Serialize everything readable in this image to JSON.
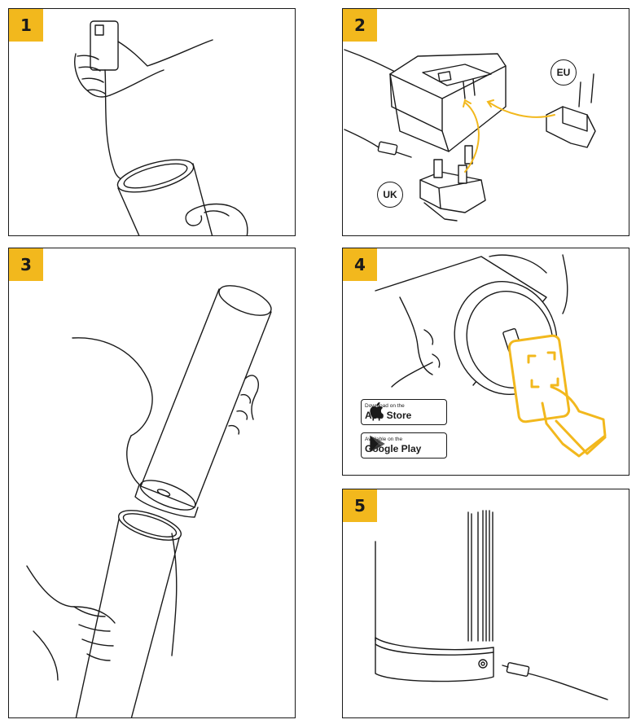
{
  "panels": [
    {
      "number": "1"
    },
    {
      "number": "2",
      "plug_labels": {
        "eu": "EU",
        "uk": "UK"
      }
    },
    {
      "number": "3"
    },
    {
      "number": "4",
      "app_store": {
        "small": "Download on the",
        "big": "App Store"
      },
      "google_play": {
        "small": "Available on the",
        "big": "Google Play"
      }
    },
    {
      "number": "5"
    }
  ],
  "colors": {
    "accent": "#f2b81d",
    "line": "#1a1a1a",
    "background": "#ffffff"
  },
  "icons": [
    "apple-icon",
    "google-play-icon",
    "phone-scan-icon"
  ]
}
